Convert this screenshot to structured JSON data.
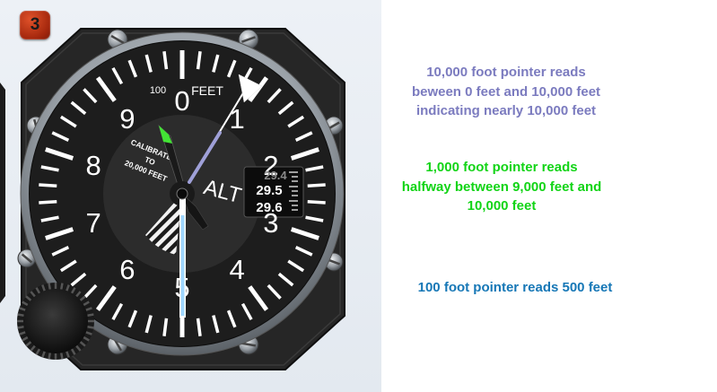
{
  "step_badge": "3",
  "altimeter": {
    "dial_numbers": [
      "0",
      "1",
      "2",
      "3",
      "4",
      "5",
      "6",
      "7",
      "8",
      "9"
    ],
    "scale_label": "100",
    "unit_label": "FEET",
    "type_label": "ALT",
    "calibration_label": [
      "CALIBRATED",
      "TO",
      "20,000 FEET"
    ],
    "kollsman_window": [
      "29.4",
      "29.5",
      "29.6"
    ],
    "pointer_colors": {
      "ten_thousand": "#ffffff",
      "thousand": "#43e335",
      "hundred": "#9fd7ff"
    }
  },
  "annotations": {
    "ten_thousand_pointer": [
      "10,000 foot pointer reads",
      "beween 0 feet and 10,000 feet",
      "indicating nearly 10,000 feet"
    ],
    "thousand_pointer": [
      "1,000 foot pointer reads",
      "halfway between 9,000 feet and",
      "10,000 feet"
    ],
    "hundred_pointer": [
      "100 foot pointer reads 500 feet"
    ]
  },
  "colors": {
    "ten_thousand_note": "#7b7bbf",
    "thousand_note": "#12d416",
    "hundred_note": "#1677b6"
  }
}
